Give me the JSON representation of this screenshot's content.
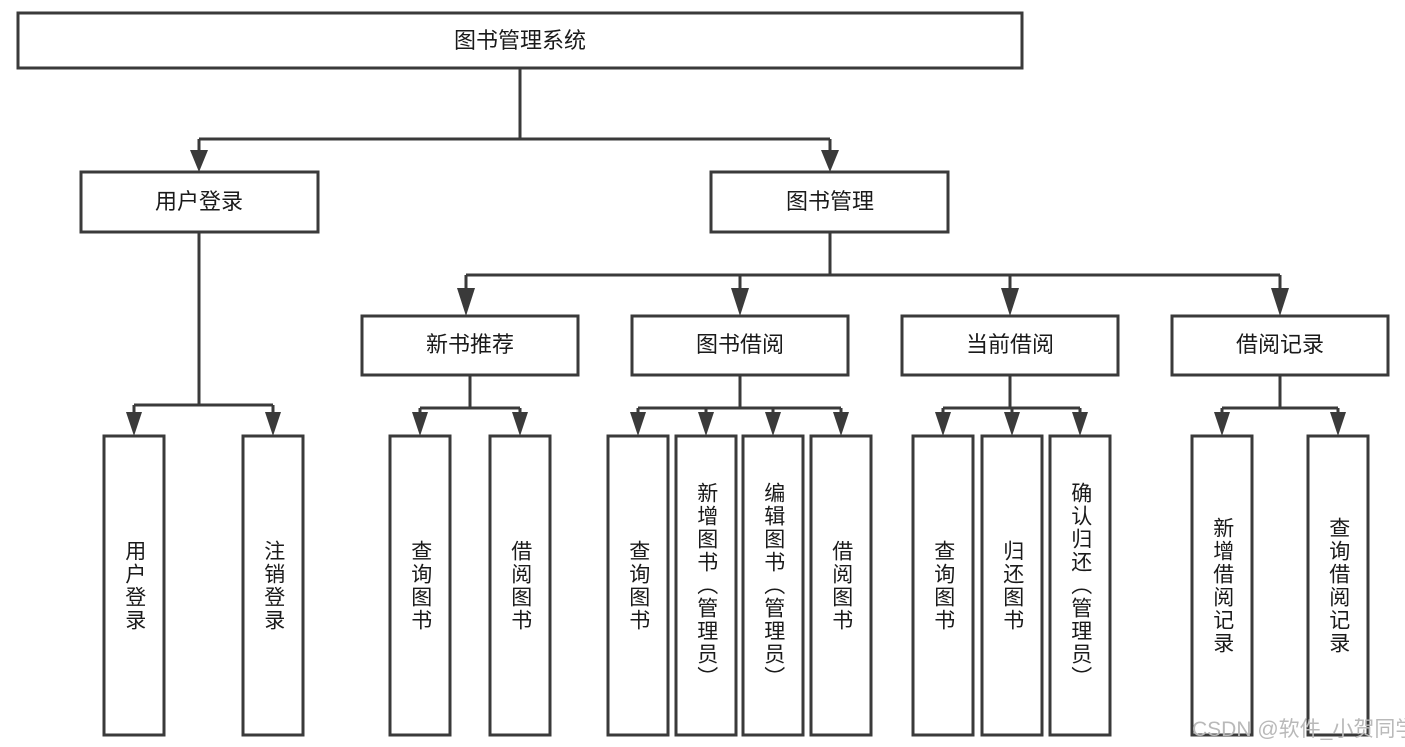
{
  "diagram": {
    "type": "hierarchy-tree",
    "title": "图书管理系统",
    "root": {
      "label": "图书管理系统"
    },
    "level2": [
      {
        "label": "用户登录"
      },
      {
        "label": "图书管理"
      }
    ],
    "level3": [
      {
        "label": "新书推荐"
      },
      {
        "label": "图书借阅"
      },
      {
        "label": "当前借阅"
      },
      {
        "label": "借阅记录"
      }
    ],
    "leaves": {
      "user_login": [
        {
          "label": "用户登录"
        },
        {
          "label": "注销登录"
        }
      ],
      "new_book_recommend": [
        {
          "label": "查询图书"
        },
        {
          "label": "借阅图书"
        }
      ],
      "book_borrow": [
        {
          "label": "查询图书"
        },
        {
          "label": "新增图书（管理员）"
        },
        {
          "label": "编辑图书（管理员）"
        },
        {
          "label": "借阅图书"
        }
      ],
      "current_borrow": [
        {
          "label": "查询图书"
        },
        {
          "label": "归还图书"
        },
        {
          "label": "确认归还（管理员）"
        }
      ],
      "borrow_record": [
        {
          "label": "新增借阅记录"
        },
        {
          "label": "查询借阅记录"
        }
      ]
    }
  },
  "watermark": {
    "text": "CSDN @软件_小贺同学"
  },
  "colors": {
    "stroke": "#3a3a3a",
    "fill": "#ffffff",
    "text": "#1a1a1a",
    "watermark": "#b9b9b9"
  }
}
